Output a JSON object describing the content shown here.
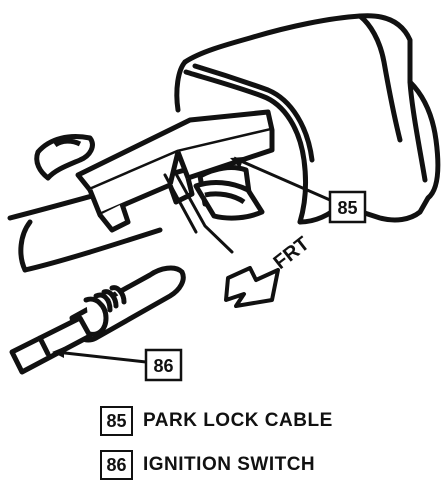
{
  "diagram": {
    "direction_label": "FRT",
    "callouts": [
      {
        "number": "85"
      },
      {
        "number": "86"
      }
    ]
  },
  "legend": [
    {
      "number": "85",
      "label": "PARK LOCK CABLE"
    },
    {
      "number": "86",
      "label": "IGNITION SWITCH"
    }
  ]
}
